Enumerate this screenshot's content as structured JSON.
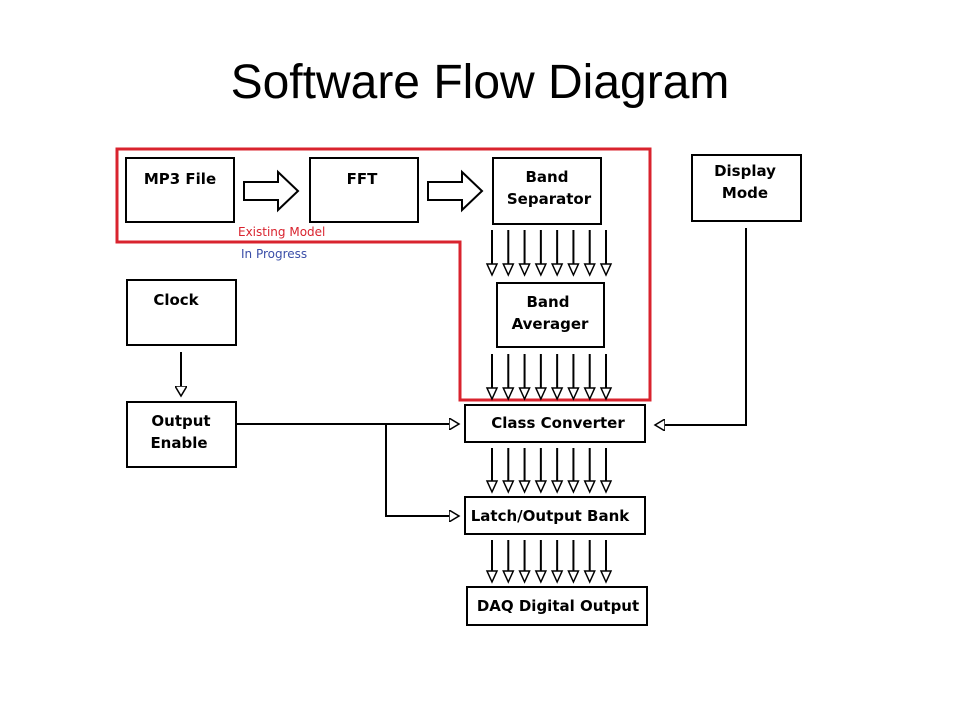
{
  "title": "Software Flow Diagram",
  "blocks": {
    "mp3": "MP3 File",
    "fft": "FFT",
    "band_separator": [
      "Band",
      "Separator"
    ],
    "display_mode": [
      "Display",
      "Mode"
    ],
    "clock": "Clock",
    "band_averager": [
      "Band",
      "Averager"
    ],
    "output_enable": [
      "Output",
      "Enable"
    ],
    "class_converter": "Class Converter",
    "latch_output_bank": "Latch/Output Bank",
    "daq_output": "DAQ Digital Output"
  },
  "annotations": {
    "existing_model": "Existing Model",
    "in_progress": "In Progress"
  },
  "colors": {
    "existing_model": "#d9232e",
    "in_progress": "#3a4ea8",
    "lines": "#000000"
  },
  "bus_arrow_count": 8
}
